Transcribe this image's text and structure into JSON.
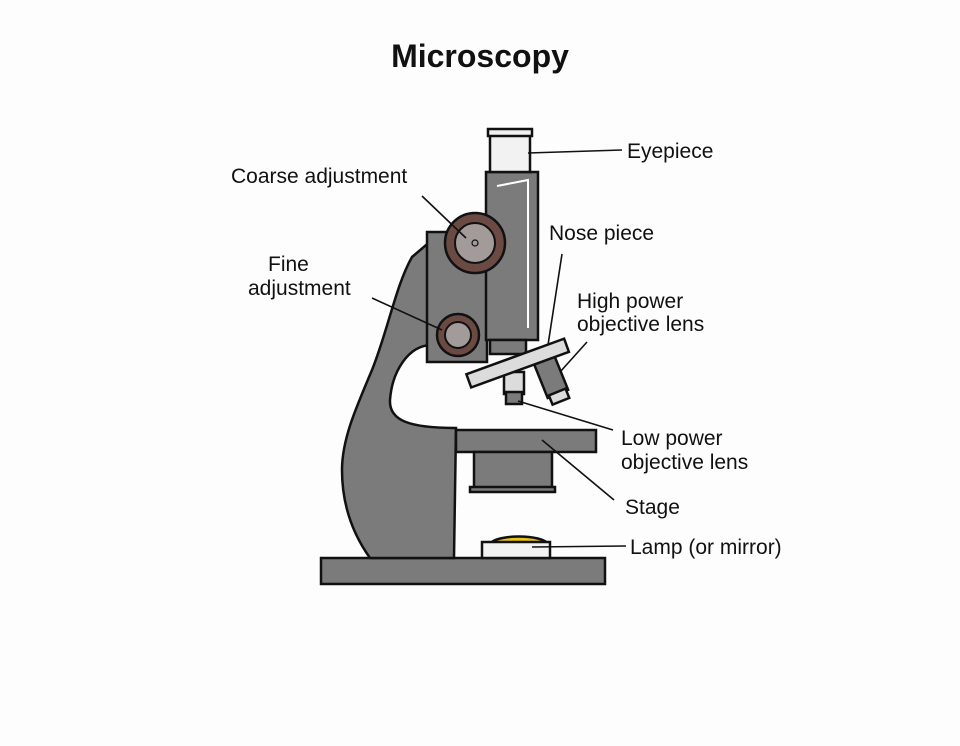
{
  "title": "Microscopy",
  "colors": {
    "body_gray": "#7b7b7b",
    "knob_brown": "#6b4a44",
    "knob_inner": "#a29b99",
    "lamp_yellow": "#e9c21c",
    "eyepiece_white": "#f2f2f2",
    "outline": "#111111"
  },
  "labels": {
    "eyepiece": "Eyepiece",
    "coarse_adjustment": "Coarse adjustment",
    "nose_piece": "Nose piece",
    "fine_adjustment_line1": "Fine",
    "fine_adjustment_line2": "adjustment",
    "high_power_line1": "High power",
    "high_power_line2": "objective lens",
    "low_power_line1": "Low power",
    "low_power_line2": "objective lens",
    "stage": "Stage",
    "lamp": "Lamp (or mirror)"
  }
}
